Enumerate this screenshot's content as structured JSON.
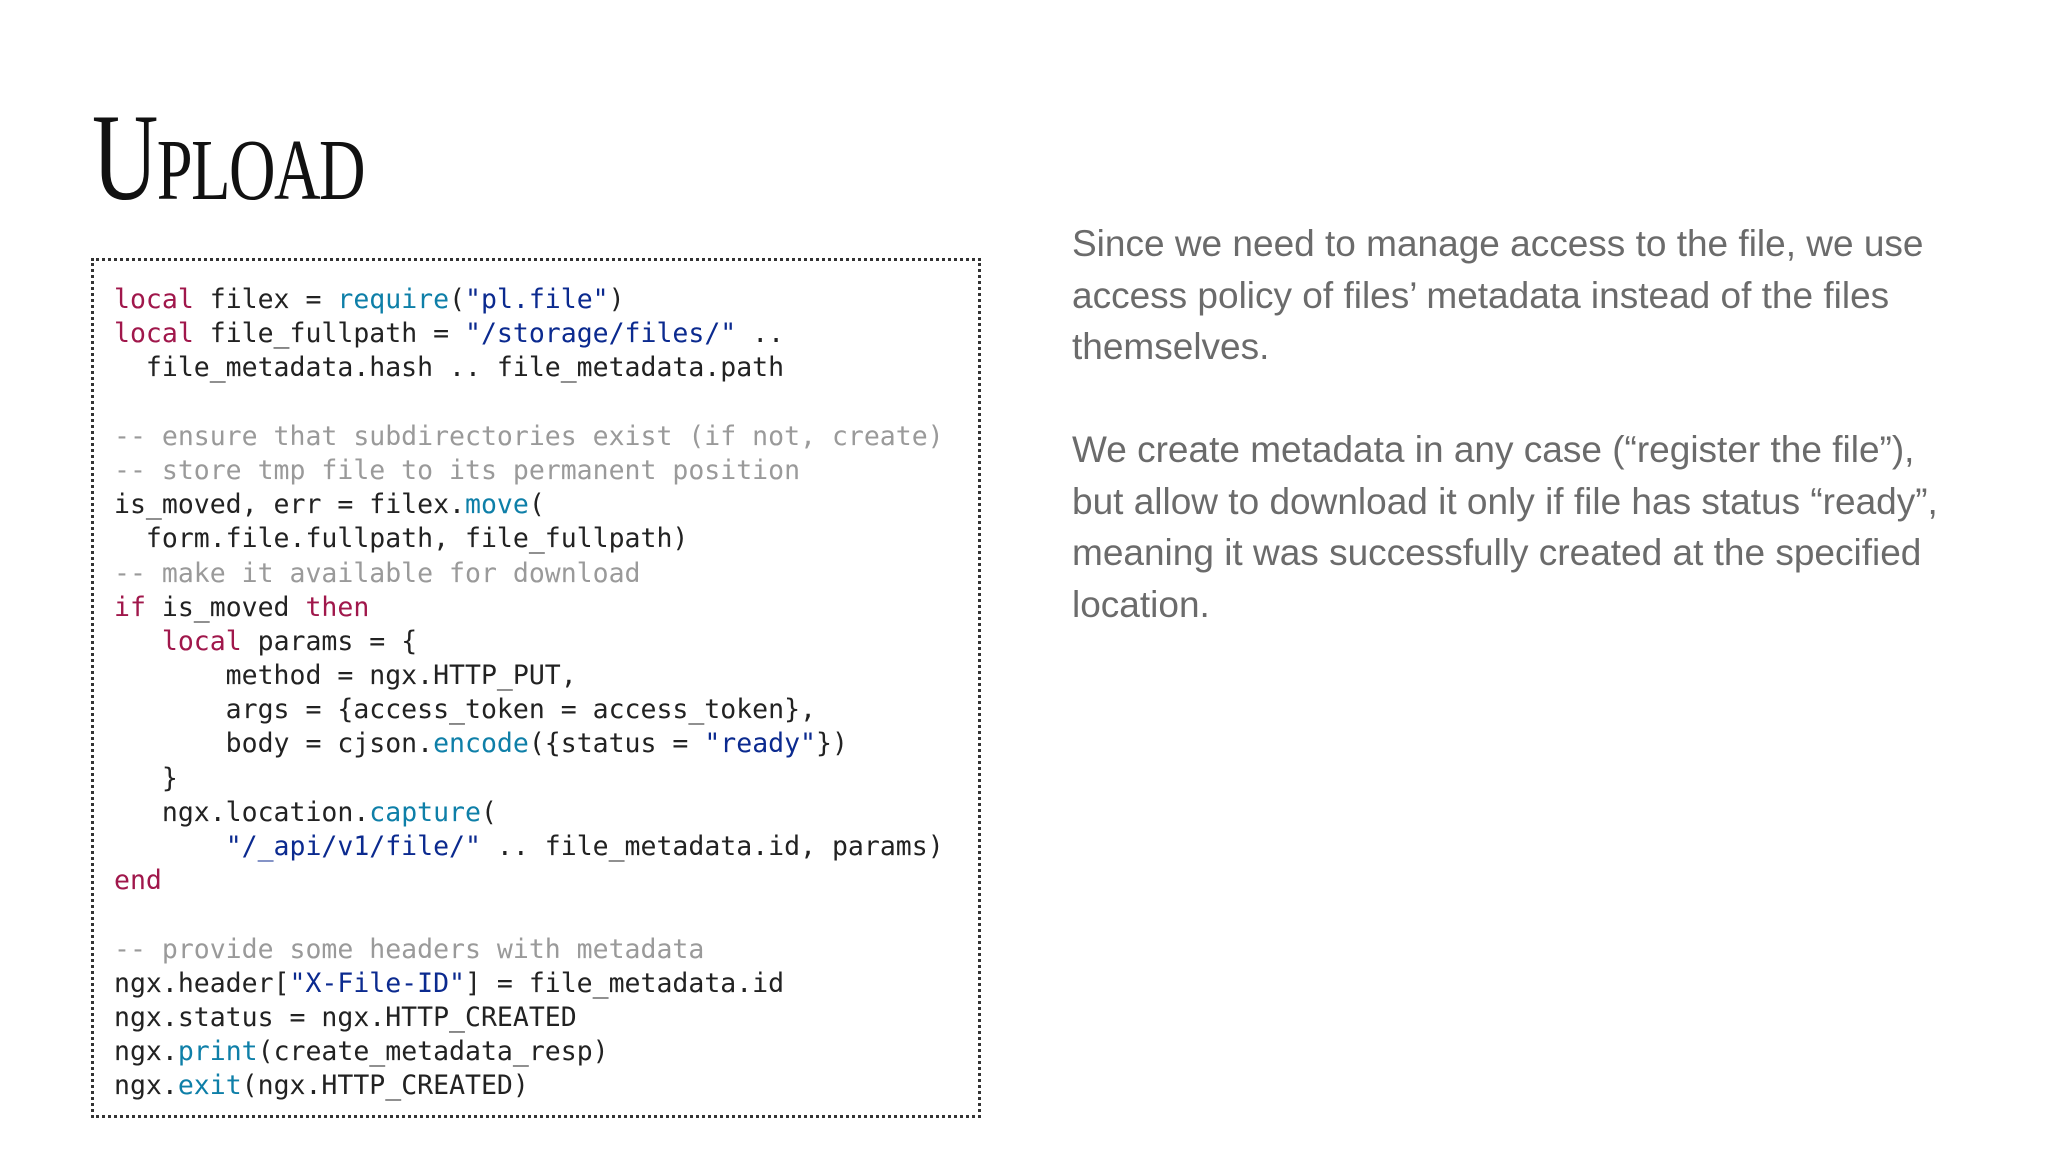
{
  "slide": {
    "title": "Upload",
    "paragraphs": [
      "Since we need to manage access to the file, we use access policy of files’ metadata instead of the files themselves.",
      "We create metadata in any case (“register the file”), but allow to download it only if file has status “ready”, meaning it was successfully created at the specified location."
    ]
  },
  "code": {
    "language": "lua",
    "lines": [
      [
        {
          "t": "kw",
          "v": "local"
        },
        {
          "t": "plain",
          "v": " filex = "
        },
        {
          "t": "fn",
          "v": "require"
        },
        {
          "t": "plain",
          "v": "("
        },
        {
          "t": "str",
          "v": "\"pl.file\""
        },
        {
          "t": "plain",
          "v": ")"
        }
      ],
      [
        {
          "t": "kw",
          "v": "local"
        },
        {
          "t": "plain",
          "v": " file_fullpath = "
        },
        {
          "t": "str",
          "v": "\"/storage/files/\""
        },
        {
          "t": "plain",
          "v": " .."
        }
      ],
      [
        {
          "t": "plain",
          "v": "  file_metadata.hash .. file_metadata.path"
        }
      ],
      [],
      [
        {
          "t": "cmt",
          "v": "-- ensure that subdirectories exist (if not, create)"
        }
      ],
      [
        {
          "t": "cmt",
          "v": "-- store tmp file to its permanent position"
        }
      ],
      [
        {
          "t": "plain",
          "v": "is_moved, err = filex."
        },
        {
          "t": "fn",
          "v": "move"
        },
        {
          "t": "plain",
          "v": "("
        }
      ],
      [
        {
          "t": "plain",
          "v": "  form.file.fullpath, file_fullpath)"
        }
      ],
      [
        {
          "t": "cmt",
          "v": "-- make it available for download"
        }
      ],
      [
        {
          "t": "kw",
          "v": "if"
        },
        {
          "t": "plain",
          "v": " is_moved "
        },
        {
          "t": "kw",
          "v": "then"
        }
      ],
      [
        {
          "t": "plain",
          "v": "   "
        },
        {
          "t": "kw",
          "v": "local"
        },
        {
          "t": "plain",
          "v": " params = {"
        }
      ],
      [
        {
          "t": "plain",
          "v": "       method = ngx.HTTP_PUT,"
        }
      ],
      [
        {
          "t": "plain",
          "v": "       args = {access_token = access_token},"
        }
      ],
      [
        {
          "t": "plain",
          "v": "       body = cjson."
        },
        {
          "t": "fn",
          "v": "encode"
        },
        {
          "t": "plain",
          "v": "({status = "
        },
        {
          "t": "str",
          "v": "\"ready\""
        },
        {
          "t": "plain",
          "v": "})"
        }
      ],
      [
        {
          "t": "plain",
          "v": "   }"
        }
      ],
      [
        {
          "t": "plain",
          "v": "   ngx.location."
        },
        {
          "t": "fn",
          "v": "capture"
        },
        {
          "t": "plain",
          "v": "("
        }
      ],
      [
        {
          "t": "plain",
          "v": "       "
        },
        {
          "t": "str",
          "v": "\"/_api/v1/file/\""
        },
        {
          "t": "plain",
          "v": " .. file_metadata.id, params)"
        }
      ],
      [
        {
          "t": "kw",
          "v": "end"
        }
      ],
      [],
      [
        {
          "t": "cmt",
          "v": "-- provide some headers with metadata"
        }
      ],
      [
        {
          "t": "plain",
          "v": "ngx.header["
        },
        {
          "t": "str",
          "v": "\"X-File-ID\""
        },
        {
          "t": "plain",
          "v": "] = file_metadata.id"
        }
      ],
      [
        {
          "t": "plain",
          "v": "ngx.status = ngx.HTTP_CREATED"
        }
      ],
      [
        {
          "t": "plain",
          "v": "ngx."
        },
        {
          "t": "fn",
          "v": "print"
        },
        {
          "t": "plain",
          "v": "(create_metadata_resp)"
        }
      ],
      [
        {
          "t": "plain",
          "v": "ngx."
        },
        {
          "t": "fn",
          "v": "exit"
        },
        {
          "t": "plain",
          "v": "(ngx.HTTP_CREATED)"
        }
      ]
    ]
  },
  "colors": {
    "keyword": "#a0174b",
    "function": "#0e7fa8",
    "string": "#0b2a8f",
    "comment": "#9a9a9a",
    "text": "#222222",
    "prose": "#6b6b6b"
  }
}
